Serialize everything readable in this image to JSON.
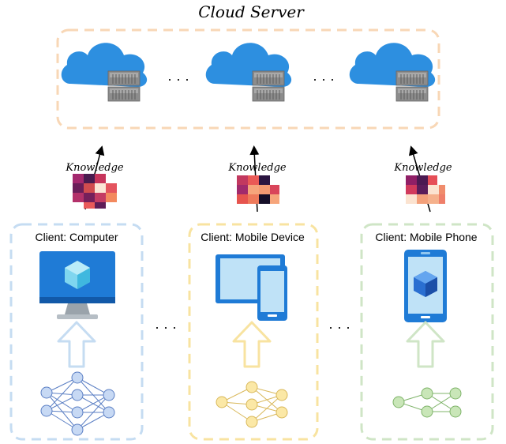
{
  "server": {
    "title": "Cloud Server",
    "ellipsis": "· · ·"
  },
  "knowledge_label": "Knowledge",
  "clients": [
    {
      "label": "Client: Computer"
    },
    {
      "label": "Client: Mobile Device"
    },
    {
      "label": "Client: Mobile Phone"
    }
  ],
  "between_clients_ellipsis": "· · ·",
  "colors": {
    "server_border": "#f8d7b6",
    "client_blue": "#c5dcf2",
    "client_yellow": "#f8e3a0",
    "client_green": "#cfe5c6",
    "cloud_blue": "#2d8fe0",
    "server_gray": "#8a8a8a"
  },
  "icons": [
    "cloud-server-icon",
    "computer-icon",
    "tablet-icon",
    "phone-icon",
    "up-arrow-icon",
    "neural-network-icon",
    "knowledge-heatmap-icon"
  ]
}
